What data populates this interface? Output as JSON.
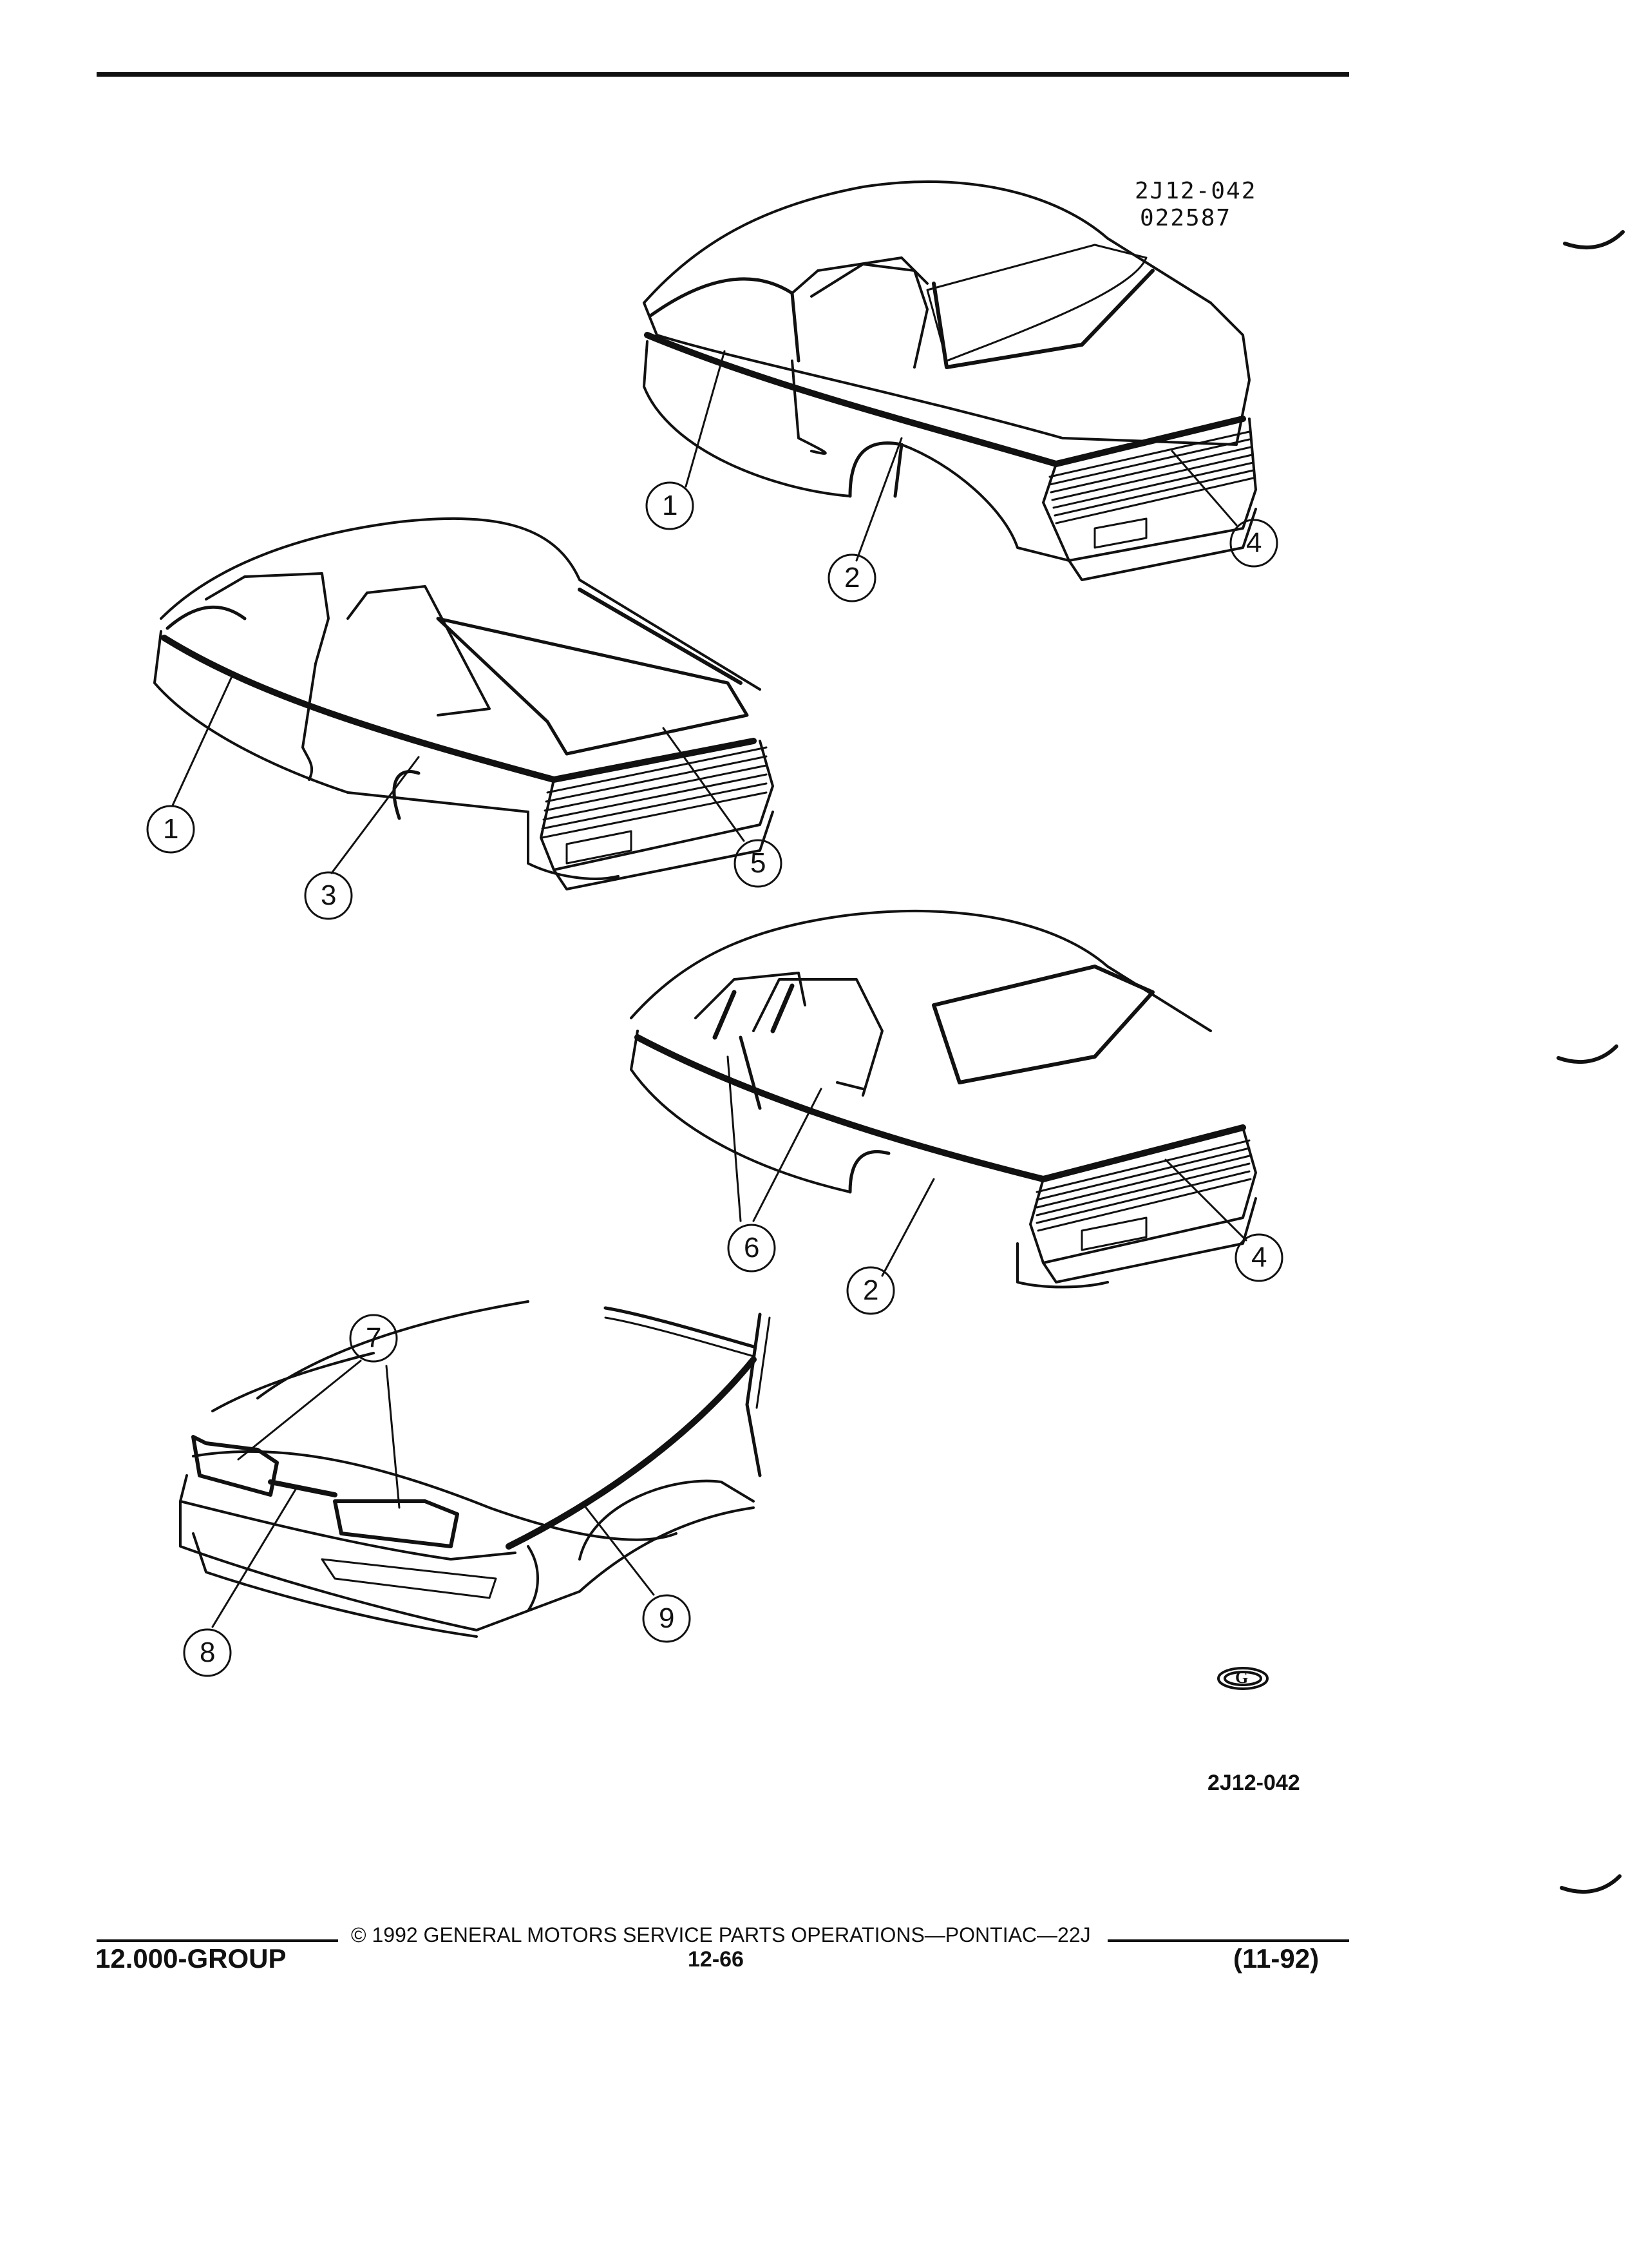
{
  "figure": {
    "id_top": "2J12-042",
    "id_date": "022587",
    "id_bottom": "2J12-042",
    "logo_letter": "G"
  },
  "callouts": {
    "c1a": "1",
    "c2a": "2",
    "c4a": "4",
    "c1b": "1",
    "c3b": "3",
    "c5b": "5",
    "c6c": "6",
    "c2c": "2",
    "c4c": "4",
    "c7d": "7",
    "c8d": "8",
    "c9d": "9"
  },
  "footer": {
    "group": "12.000-GROUP",
    "copyright": "© 1992 GENERAL MOTORS SERVICE PARTS OPERATIONS—PONTIAC—22J",
    "page": "12-66",
    "date": "(11-92)"
  }
}
